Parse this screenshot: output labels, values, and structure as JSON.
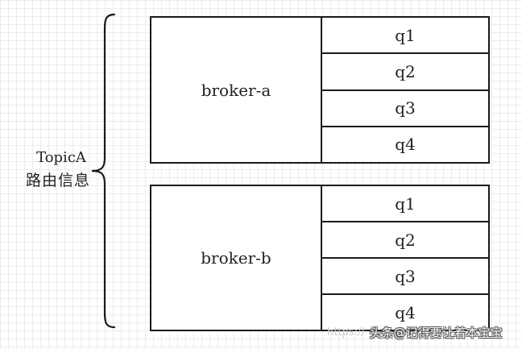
{
  "topic": {
    "name": "TopicA",
    "description": "路由信息"
  },
  "brokers": [
    {
      "name": "broker-a",
      "queues": [
        "q1",
        "q2",
        "q3",
        "q4"
      ]
    },
    {
      "name": "broker-b",
      "queues": [
        "q1",
        "q2",
        "q3",
        "q4"
      ]
    }
  ],
  "watermark": {
    "url": "https://",
    "text": "头条@记得要让着本宝宝"
  },
  "colors": {
    "line": "#1a1a1a",
    "grid": "#ececec",
    "background": "#ffffff"
  }
}
